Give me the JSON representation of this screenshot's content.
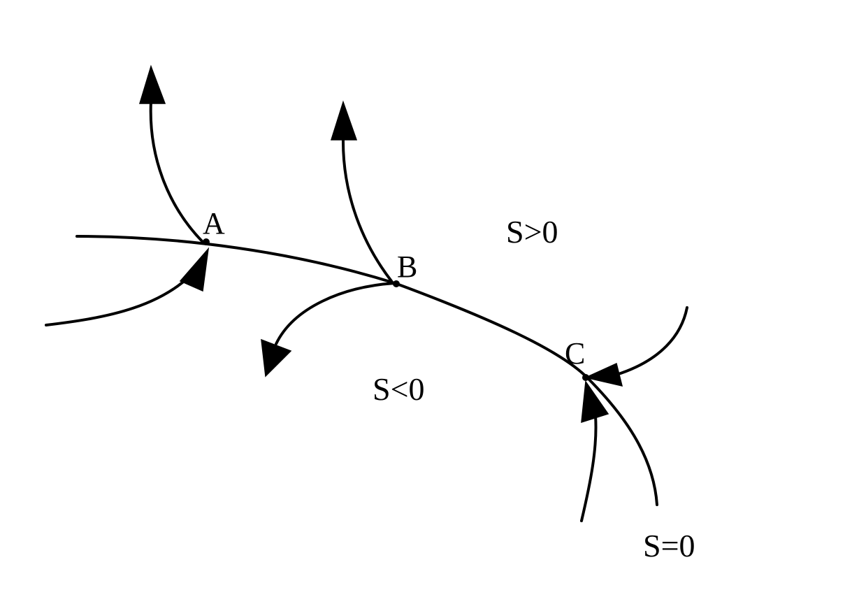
{
  "diagram": {
    "points": {
      "a": {
        "label": "A"
      },
      "b": {
        "label": "B"
      },
      "c": {
        "label": "C"
      }
    },
    "regions": {
      "positive": "S>0",
      "negative": "S<0",
      "boundary": "S=0"
    },
    "colors": {
      "ink": "#000000",
      "background": "#ffffff"
    }
  }
}
